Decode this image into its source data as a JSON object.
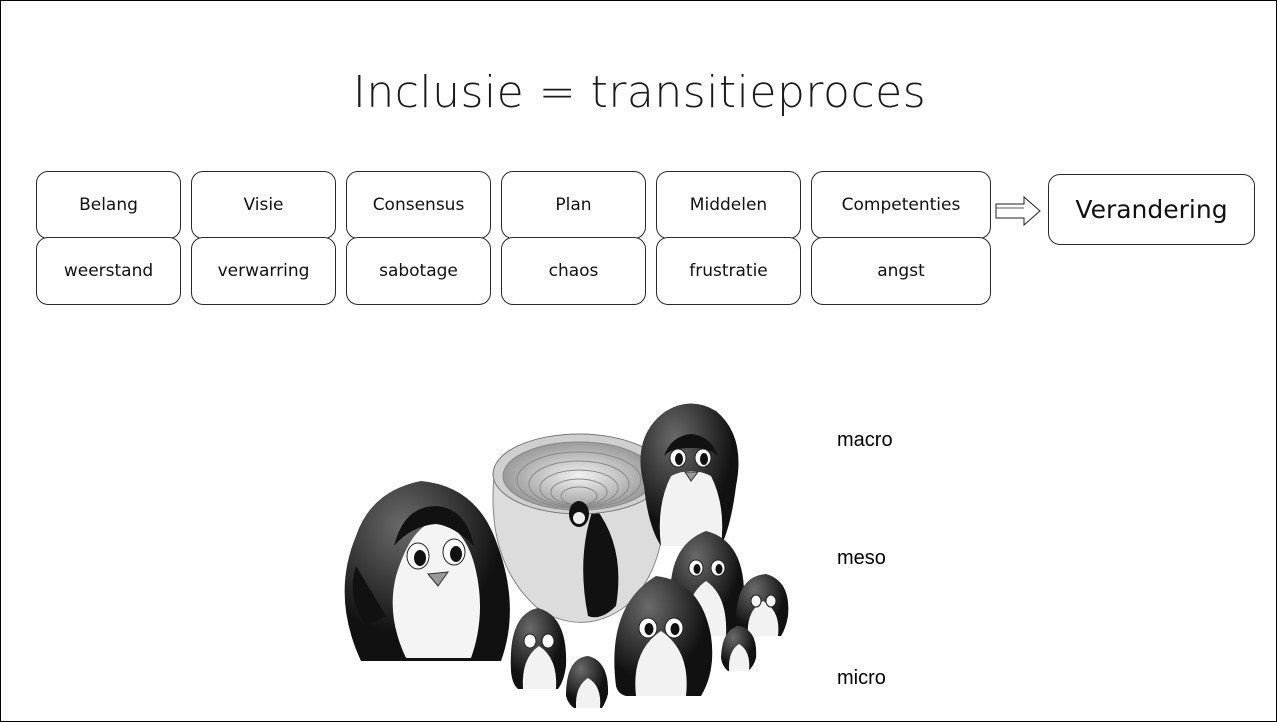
{
  "slide": {
    "title": "Inclusie = transitieproces",
    "requirements": [
      "Belang",
      "Visie",
      "Consensus",
      "Plan",
      "Middelen",
      "Competenties"
    ],
    "missing_effects": [
      "weerstand",
      "verwarring",
      "sabotage",
      "chaos",
      "frustratie",
      "angst"
    ],
    "result": "Verandering",
    "levels": {
      "macro": "macro",
      "meso": "meso",
      "micro": "micro"
    }
  }
}
